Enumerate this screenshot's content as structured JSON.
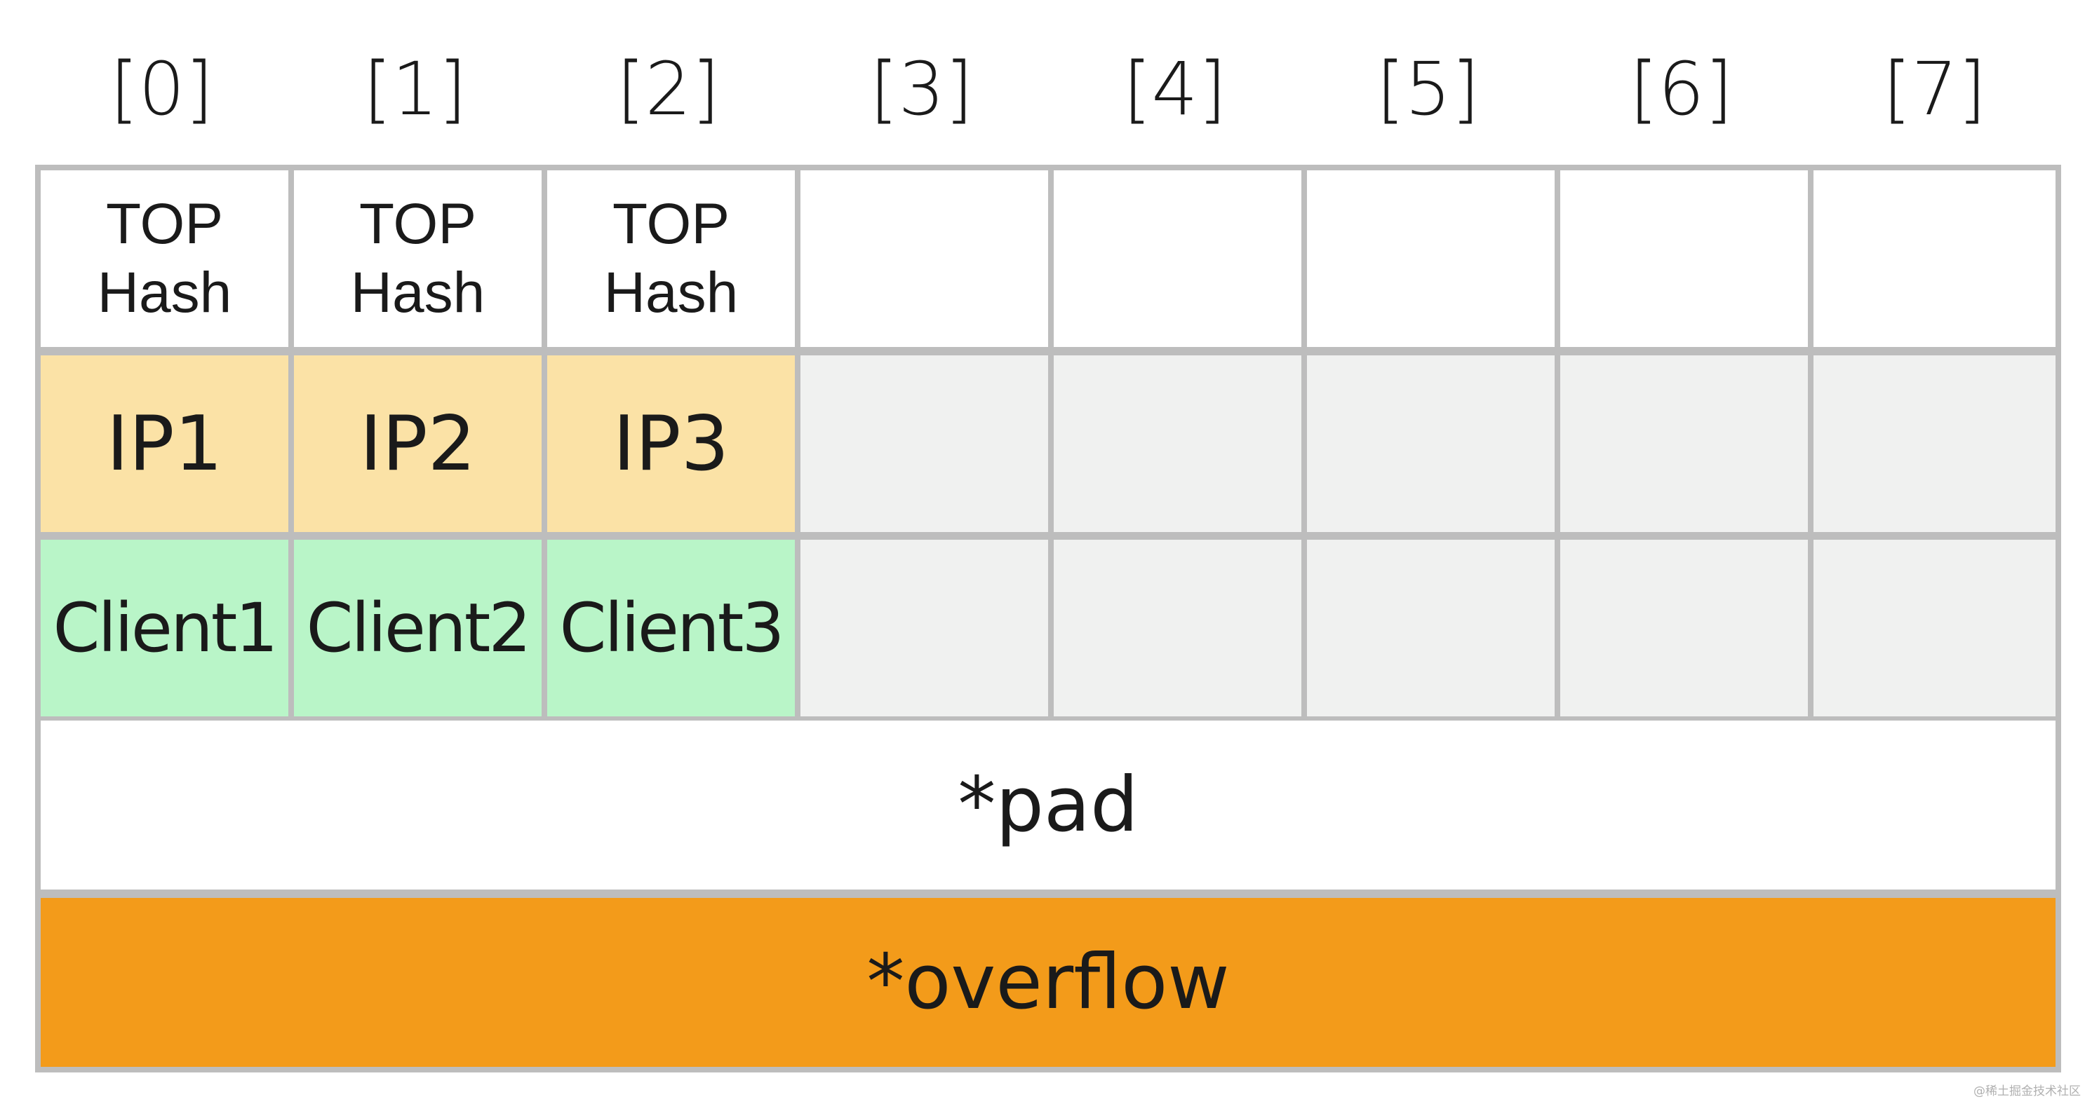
{
  "indices": [
    "[0]",
    "[1]",
    "[2]",
    "[3]",
    "[4]",
    "[5]",
    "[6]",
    "[7]"
  ],
  "tophash_rows": [
    {
      "top": "TOP",
      "bottom": "Hash"
    },
    {
      "top": "TOP",
      "bottom": "Hash"
    },
    {
      "top": "TOP",
      "bottom": "Hash"
    },
    {
      "top": "",
      "bottom": ""
    },
    {
      "top": "",
      "bottom": ""
    },
    {
      "top": "",
      "bottom": ""
    },
    {
      "top": "",
      "bottom": ""
    },
    {
      "top": "",
      "bottom": ""
    }
  ],
  "keys": [
    "IP1",
    "IP2",
    "IP3",
    "",
    "",
    "",
    "",
    ""
  ],
  "values": [
    "Client1",
    "Client2",
    "Client3",
    "",
    "",
    "",
    "",
    ""
  ],
  "pad_label": "*pad",
  "overflow_label": "*overflow",
  "watermark": "@稀土掘金技术社区",
  "colors": {
    "key_filled": "#fbe2a6",
    "value_filled": "#b9f5c8",
    "empty_slot": "#f0f1f0",
    "overflow": "#f39b1a",
    "grid": "#bdbdbd"
  }
}
